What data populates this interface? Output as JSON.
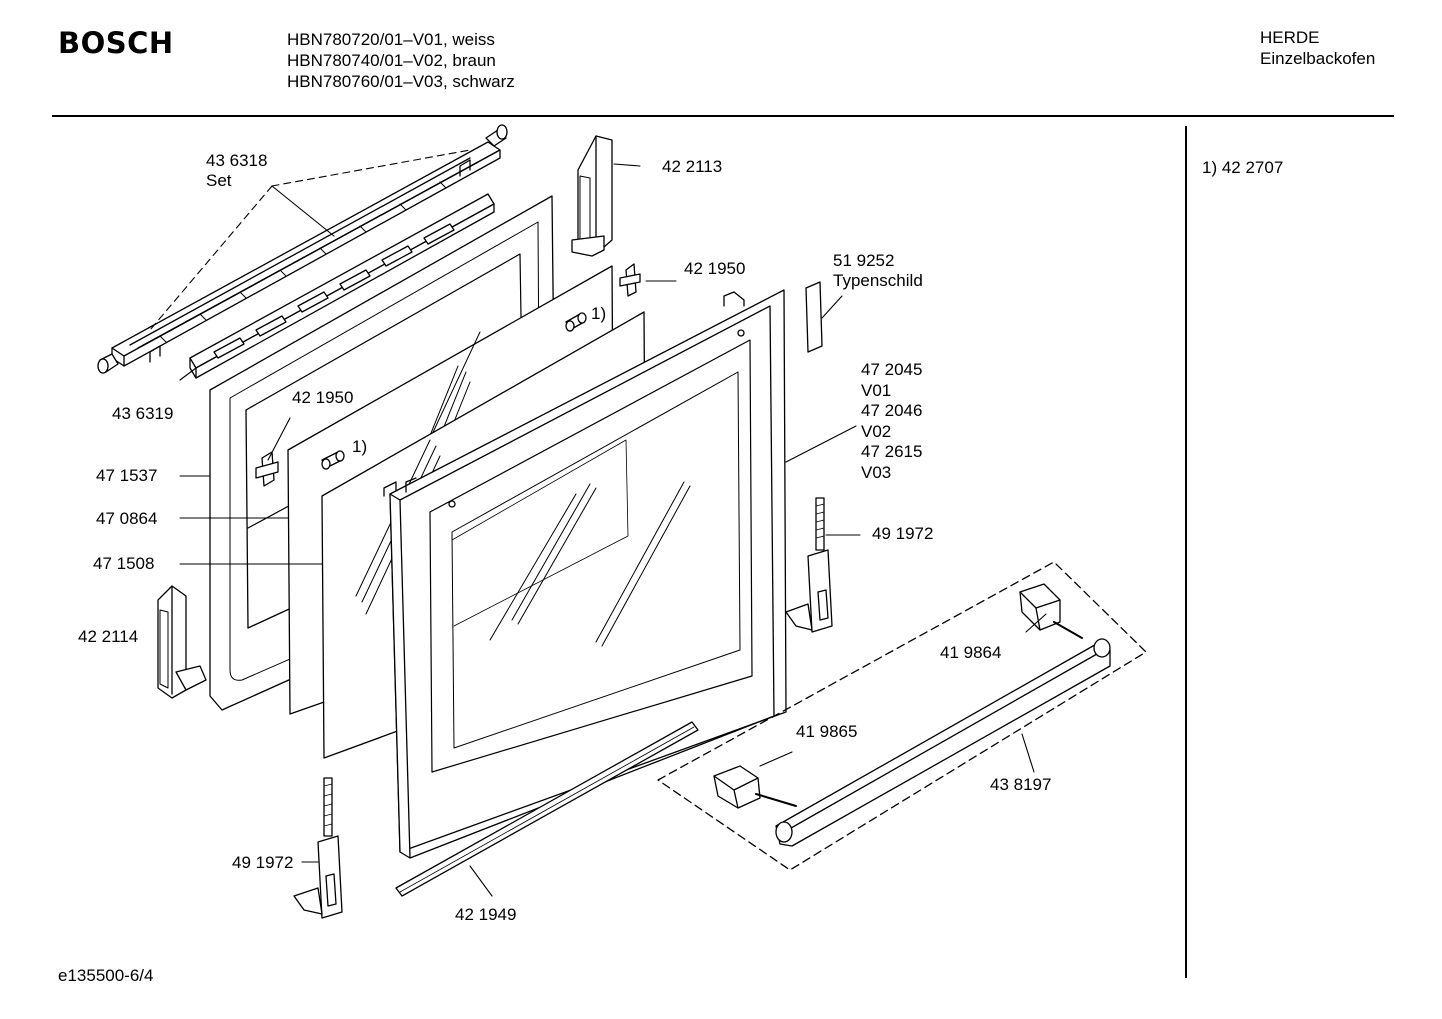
{
  "header": {
    "brand": "BOSCH",
    "models": [
      "HBN780720/01–V01, weiss",
      "HBN780740/01–V02, braun",
      "HBN780760/01–V03, schwarz"
    ],
    "category": [
      "HERDE",
      "Einzelbackofen"
    ]
  },
  "footnote": "1) 42 2707",
  "doc_id": "e135500-6/4",
  "parts": [
    {
      "id": "p436318",
      "lines": [
        "43 6318",
        "Set"
      ]
    },
    {
      "id": "p422113",
      "lines": [
        "42 2113"
      ]
    },
    {
      "id": "p421950a",
      "lines": [
        "42 1950"
      ]
    },
    {
      "id": "p519252",
      "lines": [
        "51 9252",
        "Typenschild"
      ]
    },
    {
      "id": "p436319",
      "lines": [
        "43 6319"
      ]
    },
    {
      "id": "p421950b",
      "lines": [
        "42 1950"
      ]
    },
    {
      "id": "p472045",
      "lines": [
        "47 2045",
        "V01",
        "47 2046",
        "V02",
        "47 2615",
        "V03"
      ]
    },
    {
      "id": "p471537",
      "lines": [
        "47 1537"
      ]
    },
    {
      "id": "p470864",
      "lines": [
        "47 0864"
      ]
    },
    {
      "id": "p491972a",
      "lines": [
        "49 1972"
      ]
    },
    {
      "id": "p471508",
      "lines": [
        "47 1508"
      ]
    },
    {
      "id": "p419864",
      "lines": [
        "41 9864"
      ]
    },
    {
      "id": "p422114",
      "lines": [
        "42 2114"
      ]
    },
    {
      "id": "p419865",
      "lines": [
        "41 9865"
      ]
    },
    {
      "id": "p438197",
      "lines": [
        "43 8197"
      ]
    },
    {
      "id": "p491972b",
      "lines": [
        "49 1972"
      ]
    },
    {
      "id": "p421949",
      "lines": [
        "42 1949"
      ]
    }
  ],
  "callouts": [
    "1)",
    "1)"
  ]
}
